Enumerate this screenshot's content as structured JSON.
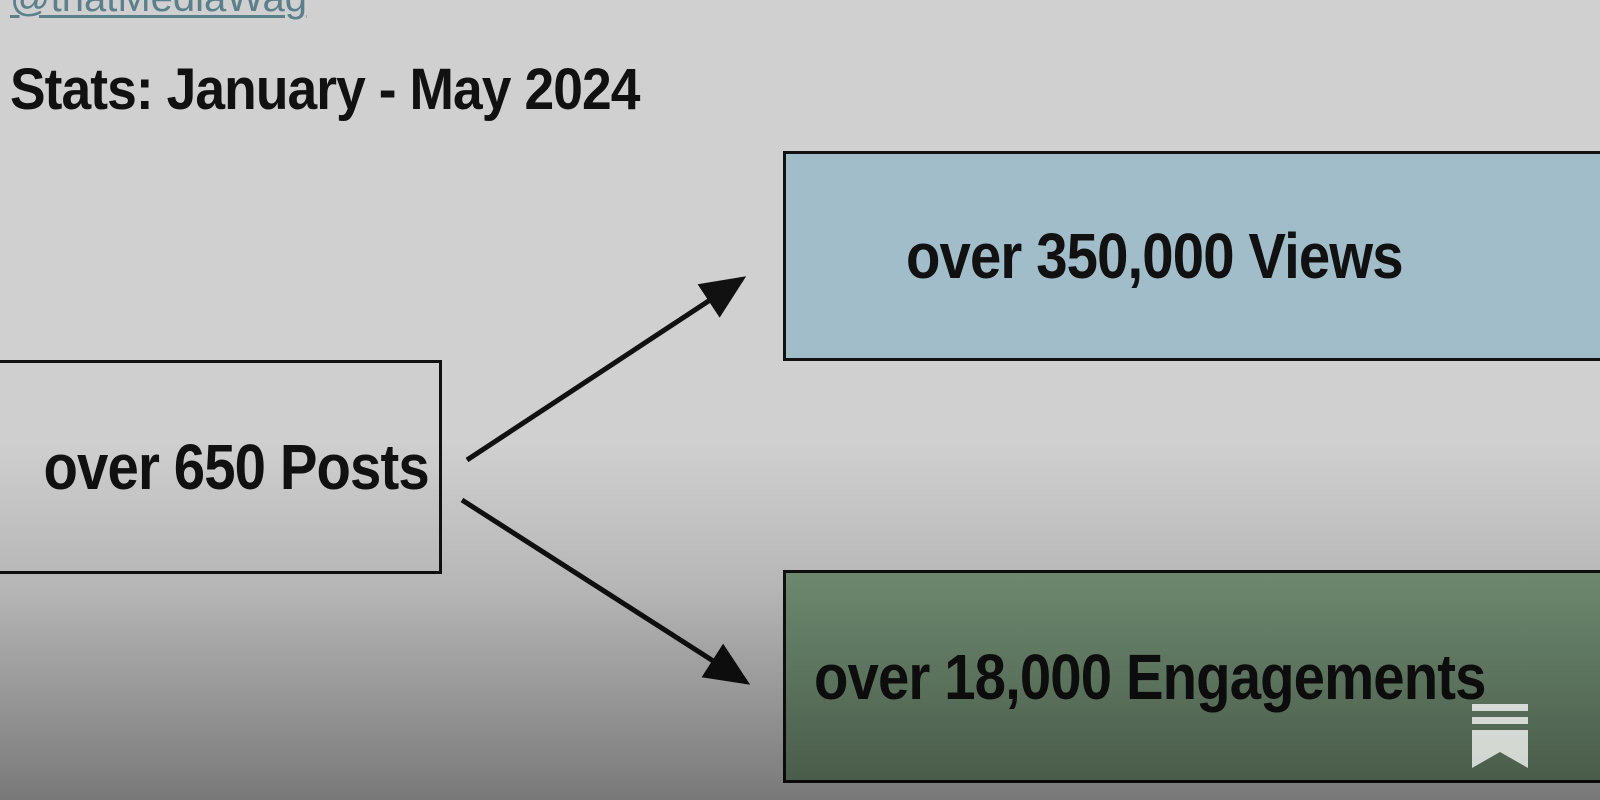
{
  "header": {
    "handle": "@thatMediaWag",
    "title": "Stats: January - May 2024"
  },
  "diagram": {
    "source": {
      "label": "over 650 Posts"
    },
    "targets": [
      {
        "label": "over 350,000 Views"
      },
      {
        "label": "over 18,000 Engagements"
      }
    ]
  },
  "overlay": {
    "icon": "bookmark-icon"
  },
  "colors": {
    "background": "#d0d0d0",
    "posts_box": "#cfcfcf",
    "views_box": "#a1bdc9",
    "engagements_box": "#7a997c",
    "handle_link": "#5c7f8c"
  }
}
